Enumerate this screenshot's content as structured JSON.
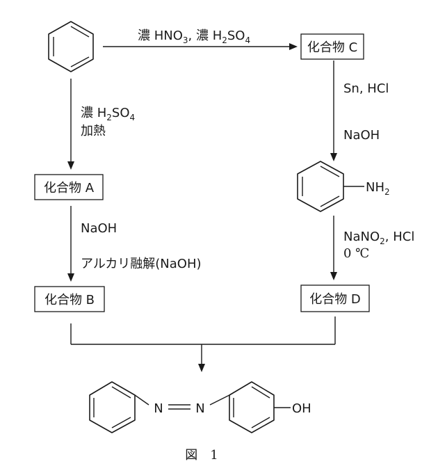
{
  "reagents": {
    "nitration": {
      "a": "濃 HNO",
      "a_sub": "3",
      "b": ", 濃 H",
      "b_sub1": "2",
      "c": "SO",
      "c_sub2": "4"
    },
    "sulfonation_1": {
      "a": "濃 H",
      "a_sub": "2",
      "b": "SO",
      "b_sub": "4"
    },
    "sulfonation_2": "加熱",
    "reduction": "Sn, HCl",
    "naoh_1": "NaOH",
    "naoh_2": "NaOH",
    "alkali_fusion": "アルカリ融解(NaOH)",
    "diazotization_1": {
      "a": "NaNO",
      "a_sub": "2",
      "b": ", HCl"
    },
    "diazotization_2": "0 ℃"
  },
  "compounds": {
    "a": "化合物 A",
    "b": "化合物 B",
    "c": "化合物 C",
    "d": "化合物 D"
  },
  "aniline_group": {
    "a": "NH",
    "a_sub": "2"
  },
  "azo_labels": {
    "n1": "N",
    "n2": "N",
    "oh": "OH"
  },
  "caption": "図　1"
}
